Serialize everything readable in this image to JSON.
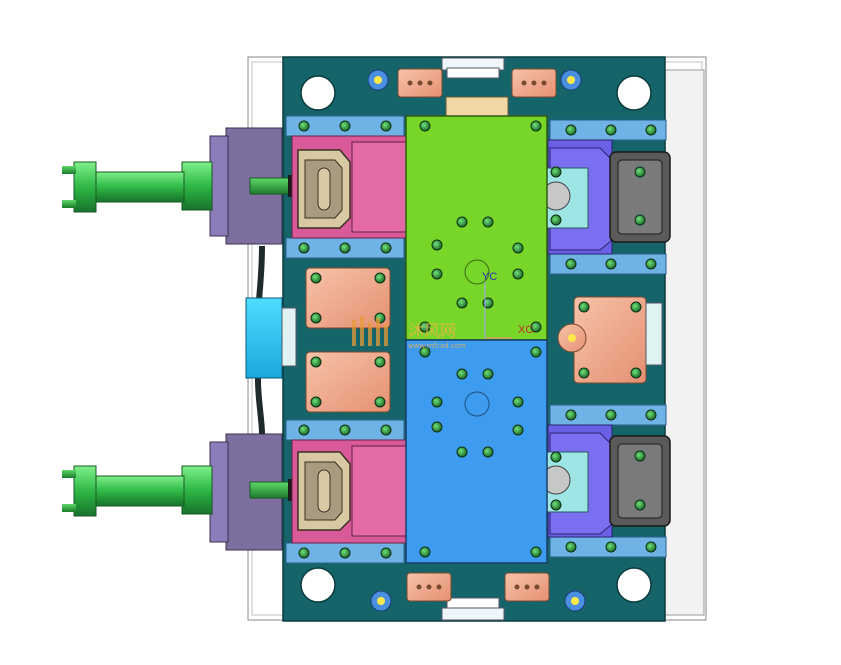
{
  "viewport": {
    "title": ""
  },
  "axes": {
    "yc_label": "YC",
    "xc_label": "XC"
  },
  "watermark": {
    "title": "沐风网",
    "subtitle": "www.mfcad.com"
  },
  "colors": {
    "background": "#ffffff",
    "base_plate": "#15646a",
    "slide_pink": "#d9609a",
    "slide_purple": "#6b5fe0",
    "insert_green": "#7ad92a",
    "insert_blue": "#3f9df0",
    "copper": "#f0a98a",
    "cylinder_green": "#33b24a",
    "rail_blue": "#7fb7e8",
    "connector_gray": "#9a9a86"
  },
  "icons": [
    "hydraulic-cylinder-icon",
    "guide-pin-hole-icon",
    "screw-icon",
    "coordinate-axis-icon"
  ]
}
